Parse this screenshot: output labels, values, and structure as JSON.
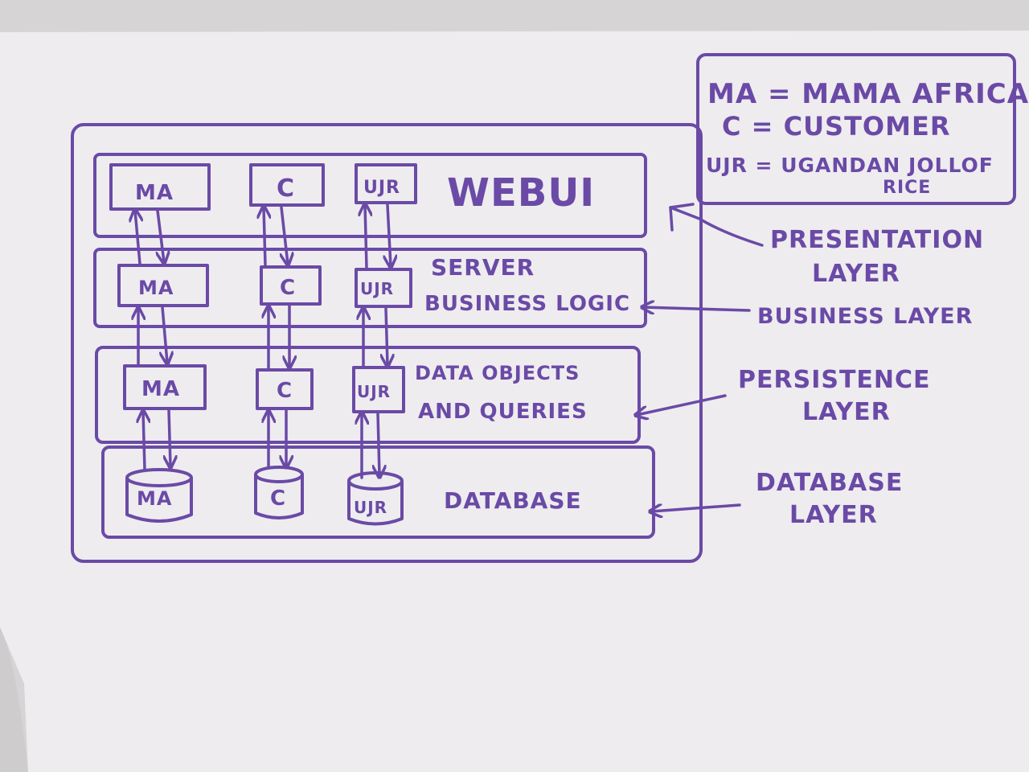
{
  "colors": {
    "marker": "#6a4aa6",
    "wall": "#d7d4d5",
    "sheet": "#eeecef"
  },
  "legend": {
    "line1": "MA = MAMA AFRICA",
    "line2": "C = CUSTOMER",
    "line3": "UJR = UGANDAN JOLLOF",
    "line4": "RICE"
  },
  "layers": {
    "web_ui": {
      "title": "WEBUI",
      "boxes": [
        "MA",
        "C",
        "UJR"
      ]
    },
    "server": {
      "title_line1": "SERVER",
      "title_line2": "BUSINESS LOGIC",
      "boxes": [
        "MA",
        "C",
        "UJR"
      ]
    },
    "data": {
      "title_line1": "DATA OBJECTS",
      "title_line2": "AND QUERIES",
      "boxes": [
        "MA",
        "C",
        "UJR"
      ]
    },
    "database": {
      "title": "DATABASE",
      "cylinders": [
        "MA",
        "C",
        "UJR"
      ]
    }
  },
  "side_labels": {
    "presentation_line1": "PRESENTATION",
    "presentation_line2": "LAYER",
    "business": "BUSINESS LAYER",
    "persistence_line1": "PERSISTENCE",
    "persistence_line2": "LAYER",
    "database_line1": "DATABASE",
    "database_line2": "LAYER"
  }
}
